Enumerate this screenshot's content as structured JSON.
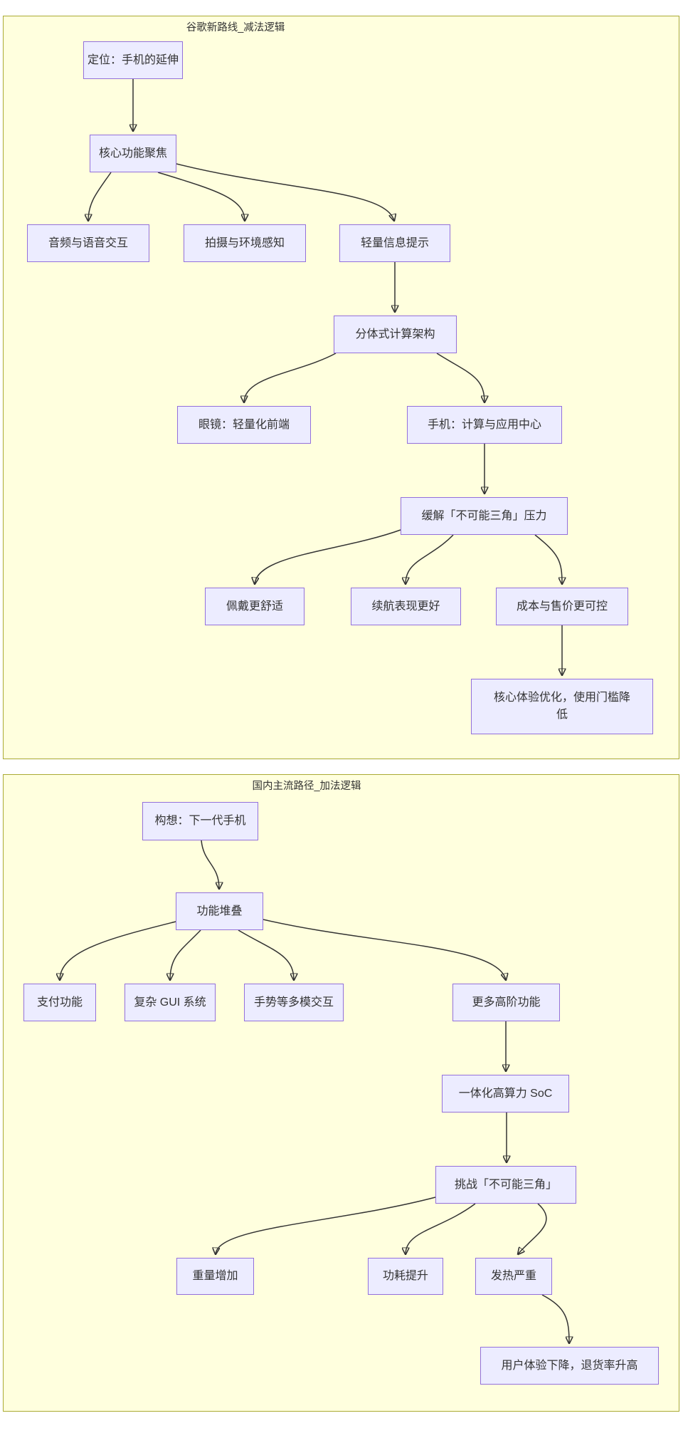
{
  "colors": {
    "panel_fill": "#ffffde",
    "panel_border": "#aaaa33",
    "node_fill": "#ececff",
    "node_border": "#9370db",
    "edge_color": "#333333",
    "text_color": "#333333"
  },
  "diagrams": [
    {
      "title": "谷歌新路线_减法逻辑",
      "nodes": [
        {
          "id": "A",
          "label": "定位：手机的延伸"
        },
        {
          "id": "B",
          "label": "核心功能聚焦"
        },
        {
          "id": "C1",
          "label": "音频与语音交互"
        },
        {
          "id": "C2",
          "label": "拍摄与环境感知"
        },
        {
          "id": "C3",
          "label": "轻量信息提示"
        },
        {
          "id": "D",
          "label": "分体式计算架构"
        },
        {
          "id": "E1",
          "label": "眼镜：轻量化前端"
        },
        {
          "id": "E2",
          "label": "手机：计算与应用中心"
        },
        {
          "id": "F",
          "label": "缓解「不可能三角」压力"
        },
        {
          "id": "G1",
          "label": "佩戴更舒适"
        },
        {
          "id": "G2",
          "label": "续航表现更好"
        },
        {
          "id": "G3",
          "label": "成本与售价更可控"
        },
        {
          "id": "H",
          "label": "核心体验优化，使用门槛降低"
        }
      ],
      "edges": [
        {
          "from": "A",
          "to": "B"
        },
        {
          "from": "B",
          "to": "C1"
        },
        {
          "from": "B",
          "to": "C2"
        },
        {
          "from": "B",
          "to": "C3"
        },
        {
          "from": "C3",
          "to": "D"
        },
        {
          "from": "D",
          "to": "E1"
        },
        {
          "from": "D",
          "to": "E2"
        },
        {
          "from": "E2",
          "to": "F"
        },
        {
          "from": "F",
          "to": "G1"
        },
        {
          "from": "F",
          "to": "G2"
        },
        {
          "from": "F",
          "to": "G3"
        },
        {
          "from": "G3",
          "to": "H"
        }
      ]
    },
    {
      "title": "国内主流路径_加法逻辑",
      "nodes": [
        {
          "id": "P",
          "label": "构想：下一代手机"
        },
        {
          "id": "Q",
          "label": "功能堆叠"
        },
        {
          "id": "R1",
          "label": "支付功能"
        },
        {
          "id": "R2",
          "label": "复杂 GUI 系统"
        },
        {
          "id": "R3",
          "label": "手势等多模交互"
        },
        {
          "id": "R4",
          "label": "更多高阶功能"
        },
        {
          "id": "S",
          "label": "一体化高算力 SoC"
        },
        {
          "id": "T",
          "label": "挑战「不可能三角」"
        },
        {
          "id": "U1",
          "label": "重量增加"
        },
        {
          "id": "U2",
          "label": "功耗提升"
        },
        {
          "id": "U3",
          "label": "发热严重"
        },
        {
          "id": "V",
          "label": "用户体验下降，退货率升高"
        }
      ],
      "edges": [
        {
          "from": "P",
          "to": "Q"
        },
        {
          "from": "Q",
          "to": "R1"
        },
        {
          "from": "Q",
          "to": "R2"
        },
        {
          "from": "Q",
          "to": "R3"
        },
        {
          "from": "Q",
          "to": "R4"
        },
        {
          "from": "R4",
          "to": "S"
        },
        {
          "from": "S",
          "to": "T"
        },
        {
          "from": "T",
          "to": "U1"
        },
        {
          "from": "T",
          "to": "U2"
        },
        {
          "from": "T",
          "to": "U3"
        },
        {
          "from": "U3",
          "to": "V"
        }
      ]
    }
  ]
}
